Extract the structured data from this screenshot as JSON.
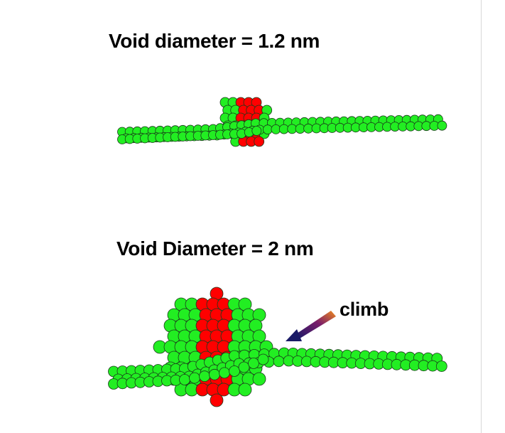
{
  "panels": [
    {
      "title": "Void diameter = 1.2 nm"
    },
    {
      "title": "Void Diameter = 2 nm"
    }
  ],
  "annotation": {
    "label": "climb",
    "icon": "arrow-icon"
  },
  "colors": {
    "void_atom": "#ff0000",
    "dislocation_atom": "#22ee22",
    "atom_outline": "#1a3a1a",
    "arrow_start": "#f08a1c",
    "arrow_mid": "#7a1c6a",
    "arrow_end": "#1a1a66",
    "text": "#000000"
  }
}
